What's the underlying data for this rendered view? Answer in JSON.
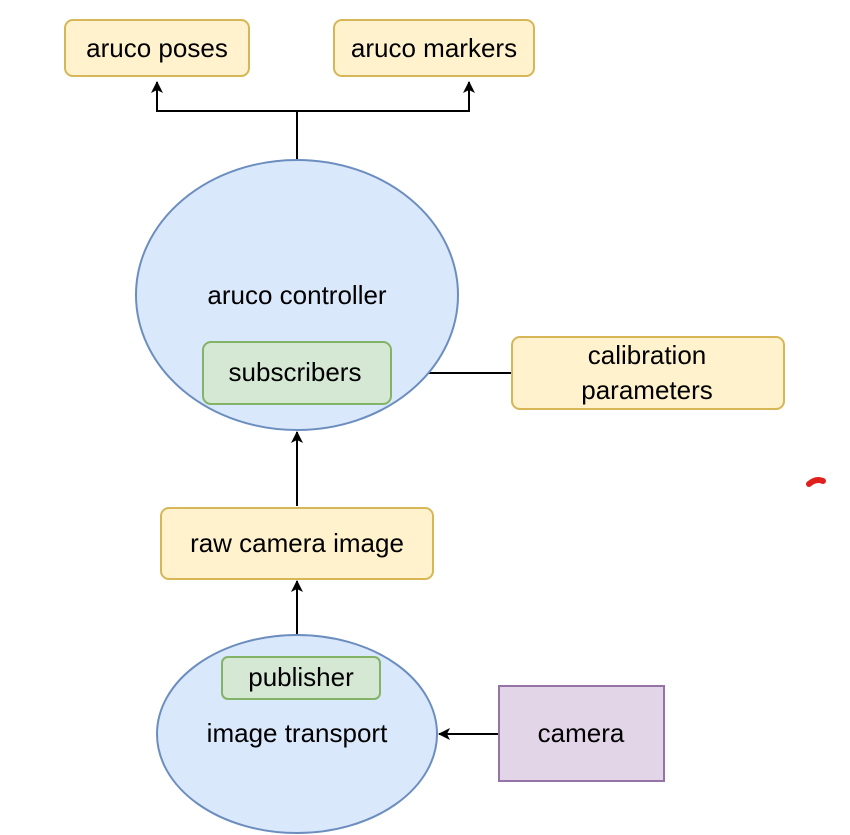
{
  "nodes": {
    "aruco_poses": {
      "label": "aruco poses"
    },
    "aruco_markers": {
      "label": "aruco markers"
    },
    "aruco_controller": {
      "label": "aruco controller"
    },
    "subscribers": {
      "label": "subscribers"
    },
    "calibration_parameters": {
      "line1": "calibration",
      "line2": "parameters"
    },
    "raw_camera_image": {
      "label": "raw camera image"
    },
    "publisher": {
      "label": "publisher"
    },
    "image_transport": {
      "label": "image transport"
    },
    "camera": {
      "label": "camera"
    }
  },
  "colors": {
    "data_fill": "#fff2cc",
    "data_stroke": "#d6b656",
    "node_fill": "#dae8fc",
    "node_stroke": "#6c8ebf",
    "component_fill": "#d5e8d4",
    "component_stroke": "#82b366",
    "device_fill": "#e1d5e7",
    "device_stroke": "#9673a6",
    "edge": "#000000",
    "stray_mark": "#e0201c"
  }
}
